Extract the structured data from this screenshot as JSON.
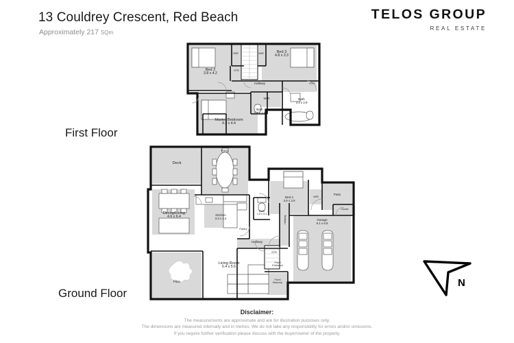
{
  "header": {
    "title": "13 Couldrey Crescent, Red Beach",
    "subtitle_text": "Approximately 217 ",
    "subtitle_unit": "SQm",
    "logo_main": "TELOS GROUP",
    "logo_sub": "REAL ESTATE"
  },
  "floors": [
    {
      "id": "first",
      "caption": "First Floor"
    },
    {
      "id": "ground",
      "caption": "Ground Floor"
    }
  ],
  "first_floor_rooms": [
    {
      "name": "Bed 2",
      "dim": "3.8 x 4.2"
    },
    {
      "name": "Bed 3",
      "dim": "4.8 x 3.3"
    },
    {
      "name": "Master Bedroom",
      "dim": "4.3 x 4.4"
    },
    {
      "name": "Bath",
      "dim": "3.3 x 2.9"
    },
    {
      "name": "Bath",
      "dim": "2.4 x 2.9"
    },
    {
      "name": "WIR",
      "dim": ""
    },
    {
      "name": "WIR",
      "dim": ""
    },
    {
      "name": "WIR",
      "dim": ""
    },
    {
      "name": "Hallway",
      "dim": ""
    },
    {
      "name": "STR",
      "dim": ""
    },
    {
      "name": "STR",
      "dim": ""
    }
  ],
  "ground_floor_rooms": [
    {
      "name": "Deck",
      "dim": ""
    },
    {
      "name": "Patio",
      "dim": ""
    },
    {
      "name": "Dining/Living",
      "dim": "4.6 x 6.4"
    },
    {
      "name": "Kitchen",
      "dim": "3.3 x 3.4"
    },
    {
      "name": "Pantry",
      "dim": ""
    },
    {
      "name": "Bath",
      "dim": "1.5 x 3.4"
    },
    {
      "name": "Hallway",
      "dim": ""
    },
    {
      "name": "Hallway",
      "dim": ""
    },
    {
      "name": "Bed 4",
      "dim": "3.9 x 3.9"
    },
    {
      "name": "WIR",
      "dim": ""
    },
    {
      "name": "Patio",
      "dim": ""
    },
    {
      "name": "Closet",
      "dim": ""
    },
    {
      "name": "Garage",
      "dim": "6.1 x 6.8"
    },
    {
      "name": "Living Room",
      "dim": "5.4 x 5.5"
    },
    {
      "name": "Patio",
      "dim": ""
    },
    {
      "name": "STR",
      "dim": ""
    },
    {
      "name": "Front Entrance",
      "dim": ""
    },
    {
      "name": "Front Balcony",
      "dim": ""
    }
  ],
  "labels": {
    "bed2_n": "Bed 2",
    "bed2_d": "3.8 x 4.2",
    "bed3_n": "Bed 3",
    "bed3_d": "4.8 x 3.3",
    "master_n": "Master Bedroom",
    "master_d": "4.3 x 4.4",
    "bath1_n": "Bath",
    "bath1_d": "3.3 x 2.9",
    "bath2_n": "Bath",
    "bath2_d": "2.4 x 2.9",
    "wir_a": "WIR",
    "wir_b": "WIR",
    "wir_c": "WIR",
    "hall_first": "Hallway",
    "str_a": "STR",
    "str_b": "STR",
    "deck": "Deck",
    "patio_top": "Patio",
    "dining_n": "Dining/Living",
    "dining_d": "4.6 x 6.4",
    "kitchen_n": "Kitchen",
    "kitchen_d": "3.3 x 3.4",
    "pantry": "Pantry",
    "bath3_n": "Bath",
    "bath3_d": "1.5 x 3.4",
    "hall_ground": "Hallway",
    "hall_vert": "Hallway",
    "bed4_n": "Bed 4",
    "bed4_d": "3.9 x 3.9",
    "wir_d": "WIR",
    "patio_right": "Patio",
    "closet": "Closet",
    "garage_n": "Garage",
    "garage_d": "6.1 x 6.8",
    "living_n": "Living Room",
    "living_d": "5.4 x 5.5",
    "patio_bottom": "Patio",
    "str_c": "STR",
    "front_entrance_1": "Front",
    "front_entrance_2": "Entrance",
    "front_balcony_1": "Front",
    "front_balcony_2": "Balcony"
  },
  "compass": {
    "north_label": "N"
  },
  "disclaimer": {
    "title": "Disclaimer:",
    "line1": "The measurements are approximate and are for illustration purposes only.",
    "line2": "The dimensions are measured internally and in metres. We do not take any responsibility for errors and/or omissions.",
    "line3": "If you require further verification please discuss with the buyer/owner of the property."
  },
  "colors": {
    "wall": "#111111",
    "room_fill": "#d9d9d9",
    "white_fill": "#ffffff",
    "text": "#1d1d1d",
    "muted": "#9a9a9a"
  }
}
